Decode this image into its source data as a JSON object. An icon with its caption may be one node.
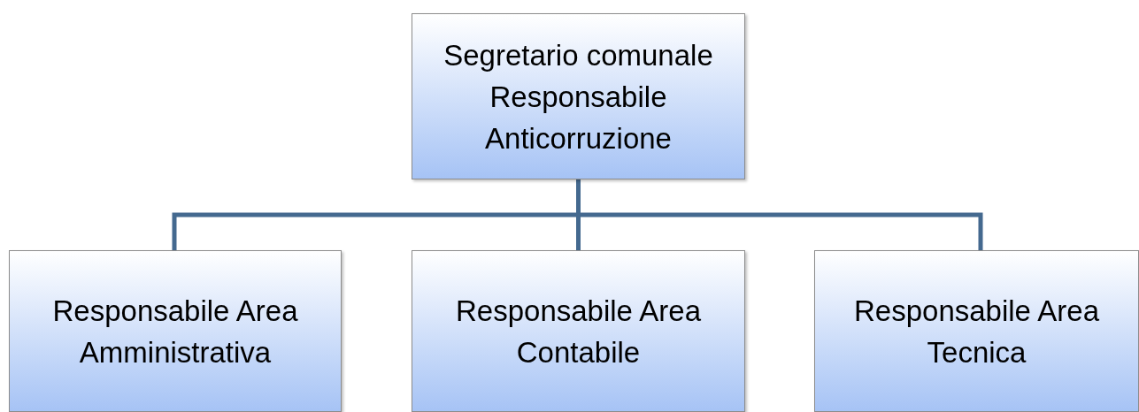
{
  "diagram": {
    "nodes": [
      {
        "text": [
          "Segretario comunale Responsabile Anticorruzione"
        ]
      },
      {
        "text": [
          "Responsabile Area Amministrativa"
        ]
      },
      {
        "text": [
          "Responsabile Area Contabile"
        ]
      },
      {
        "text": [
          "Responsabile Area Tecnica"
        ]
      }
    ],
    "edges": [
      {
        "from": 0,
        "to": 1,
        "arrow": "none"
      },
      {
        "from": 0,
        "to": 2,
        "arrow": "none"
      },
      {
        "from": 0,
        "to": 3,
        "arrow": "none"
      }
    ]
  }
}
